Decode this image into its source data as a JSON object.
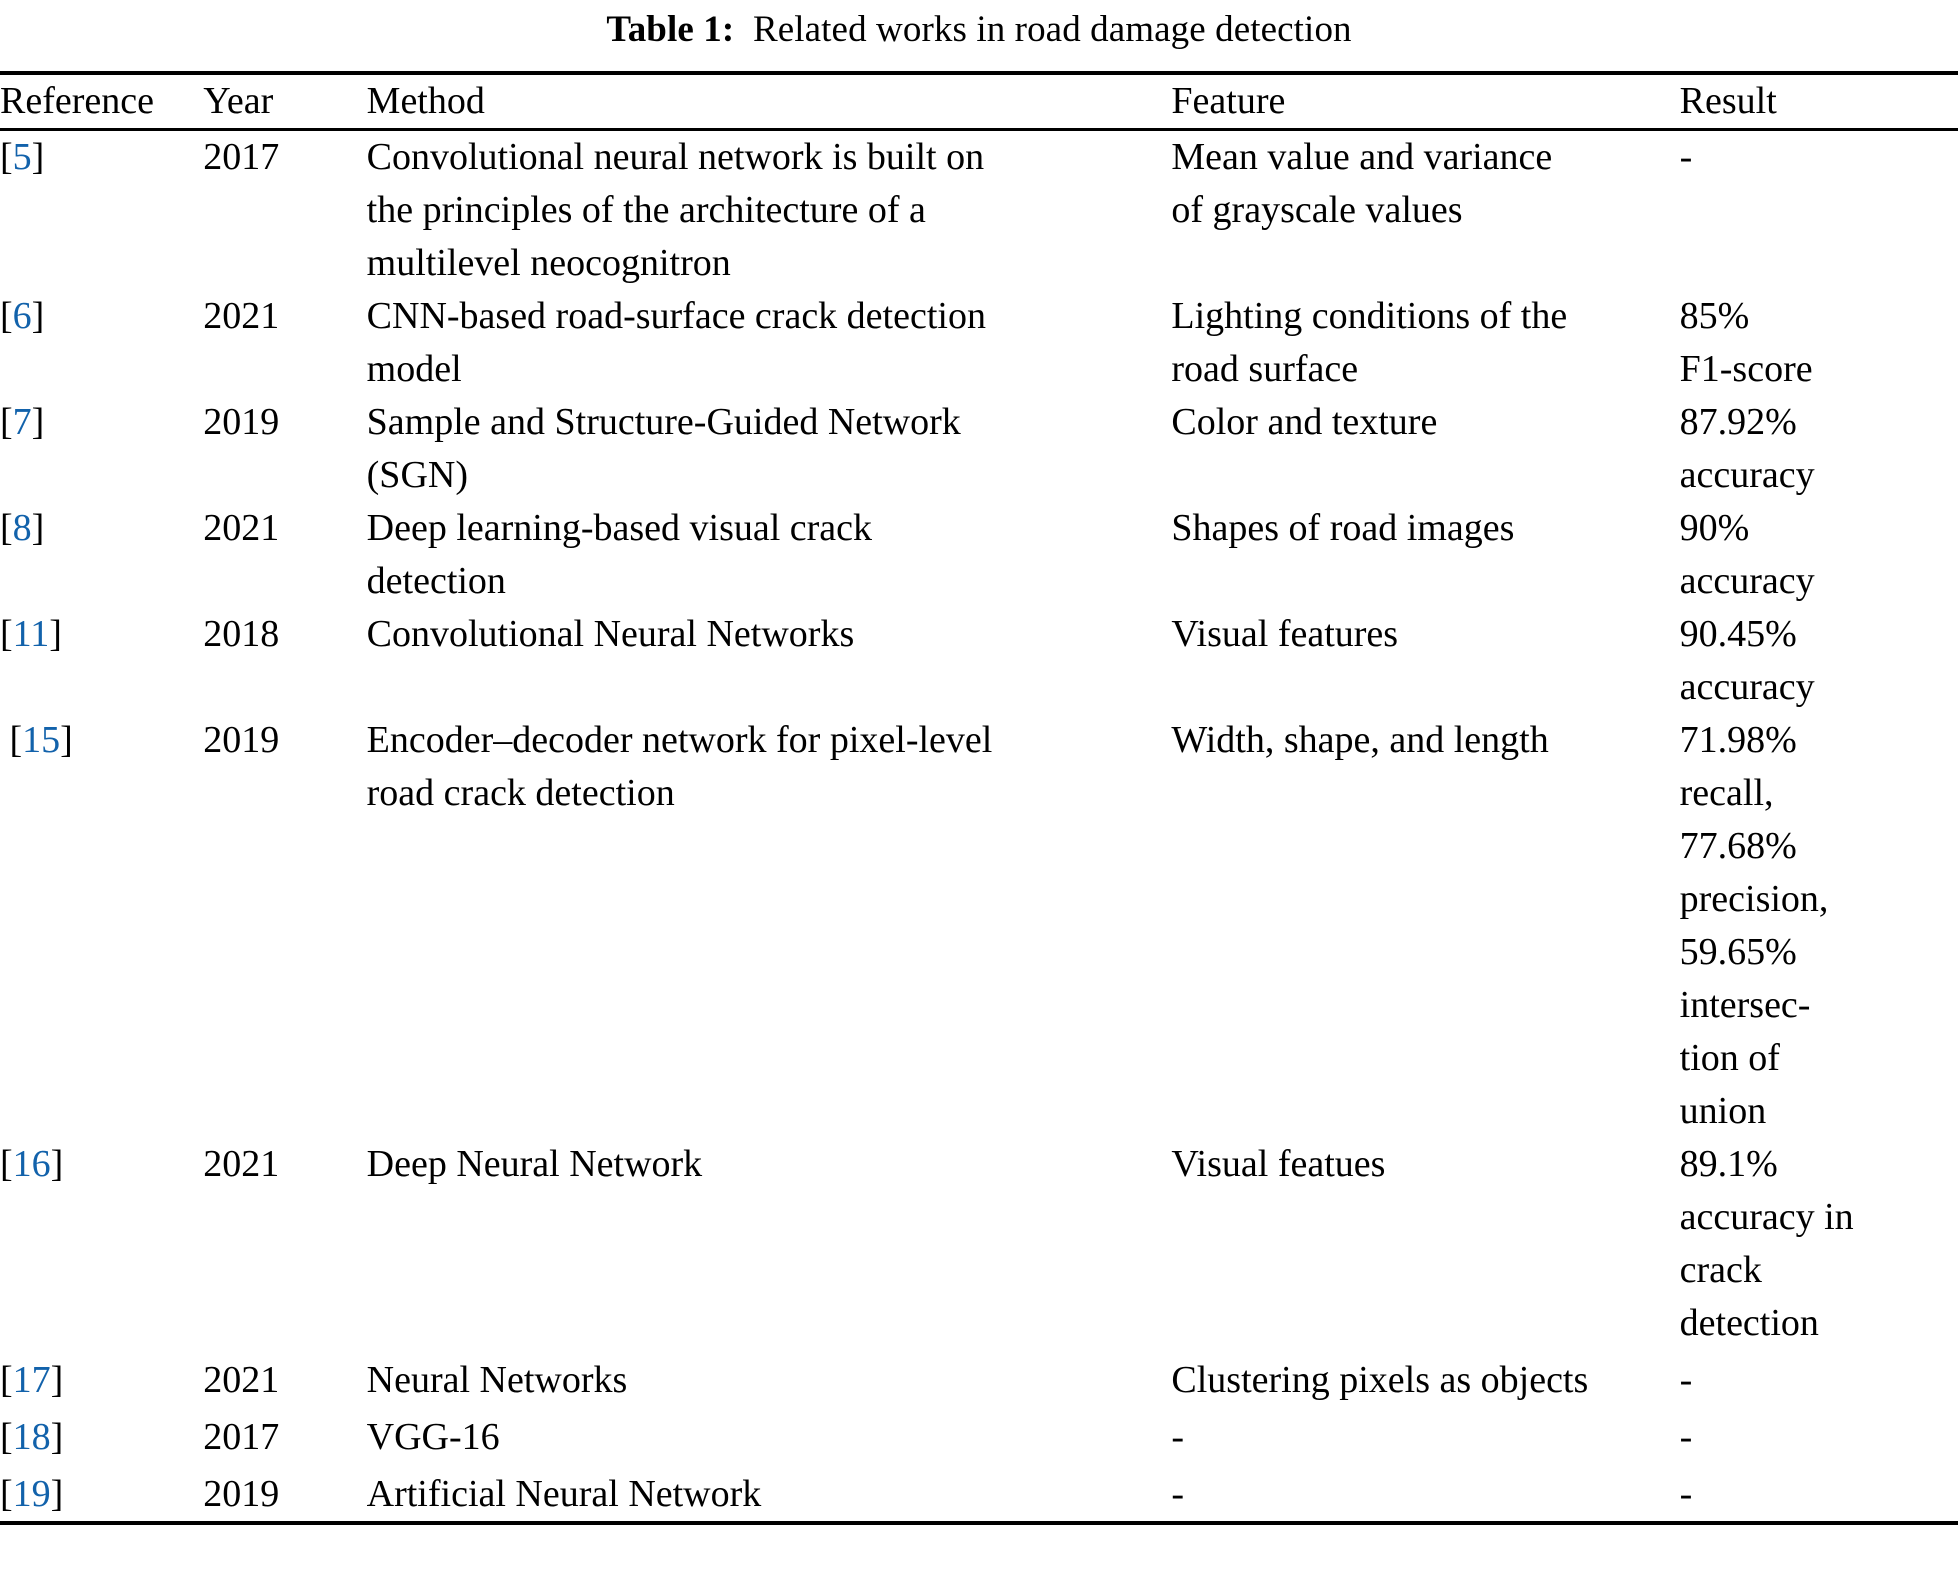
{
  "caption": {
    "label": "Table 1:",
    "text": "Related works in road damage detection"
  },
  "colors": {
    "reference_link": "#1262ab",
    "text": "#000000",
    "rule": "#000000",
    "background": "#ffffff"
  },
  "columns": [
    {
      "key": "reference",
      "label": "Reference"
    },
    {
      "key": "year",
      "label": "Year"
    },
    {
      "key": "method",
      "label": "Method"
    },
    {
      "key": "feature",
      "label": "Feature"
    },
    {
      "key": "result",
      "label": "Result"
    }
  ],
  "rows": [
    {
      "ref_open": "[",
      "ref_num": "5",
      "ref_close": "]",
      "ref_lead": "",
      "year": "2017",
      "method": "Convolutional neural network is built on\nthe principles of the architecture of a\nmultilevel neocognitron",
      "feature": "Mean value and variance\nof grayscale values",
      "result": "-"
    },
    {
      "ref_open": "[",
      "ref_num": "6",
      "ref_close": "]",
      "ref_lead": "",
      "year": "2021",
      "method": "CNN-based road-surface crack detection\nmodel",
      "feature": "Lighting conditions of the\nroad surface",
      "result": "85%\nF1-score"
    },
    {
      "ref_open": "[",
      "ref_num": "7",
      "ref_close": "]",
      "ref_lead": "",
      "year": "2019",
      "method": "Sample and Structure-Guided Network\n(SGN)",
      "feature": "Color and texture",
      "result": "87.92%\naccuracy"
    },
    {
      "ref_open": "[",
      "ref_num": "8",
      "ref_close": "]",
      "ref_lead": "",
      "year": "2021",
      "method": "Deep learning-based visual crack\ndetection",
      "feature": "Shapes of road images",
      "result": "90%\naccuracy"
    },
    {
      "ref_open": "[",
      "ref_num": "11",
      "ref_close": "]",
      "ref_lead": "",
      "year": "2018",
      "method": "Convolutional Neural Networks",
      "feature": "Visual features",
      "result": "90.45%\naccuracy"
    },
    {
      "ref_open": "[",
      "ref_num": "15",
      "ref_close": "]",
      "ref_lead": " ",
      "year": "2019",
      "method": "Encoder–decoder network for pixel-level\nroad crack detection",
      "feature": "Width, shape, and length",
      "result": "71.98%\nrecall,\n77.68%\nprecision,\n59.65%\nintersec-\ntion of\nunion"
    },
    {
      "ref_open": "[",
      "ref_num": "16",
      "ref_close": "]",
      "ref_lead": "",
      "year": "2021",
      "method": "Deep Neural Network",
      "feature": "Visual featues",
      "result": "89.1%\naccuracy in\ncrack\ndetection"
    },
    {
      "ref_open": "[",
      "ref_num": "17",
      "ref_close": "]",
      "ref_lead": "",
      "year": "2021",
      "method": "Neural Networks",
      "feature": "Clustering pixels as objects",
      "result": "-"
    },
    {
      "ref_open": "[",
      "ref_num": "18",
      "ref_close": "]",
      "ref_lead": "",
      "year": "2017",
      "method": "VGG-16",
      "feature": "-",
      "result": "-"
    },
    {
      "ref_open": "[",
      "ref_num": "19",
      "ref_close": "]",
      "ref_lead": "",
      "year": "2019",
      "method": "Artificial Neural Network",
      "feature": "-",
      "result": "-"
    }
  ]
}
